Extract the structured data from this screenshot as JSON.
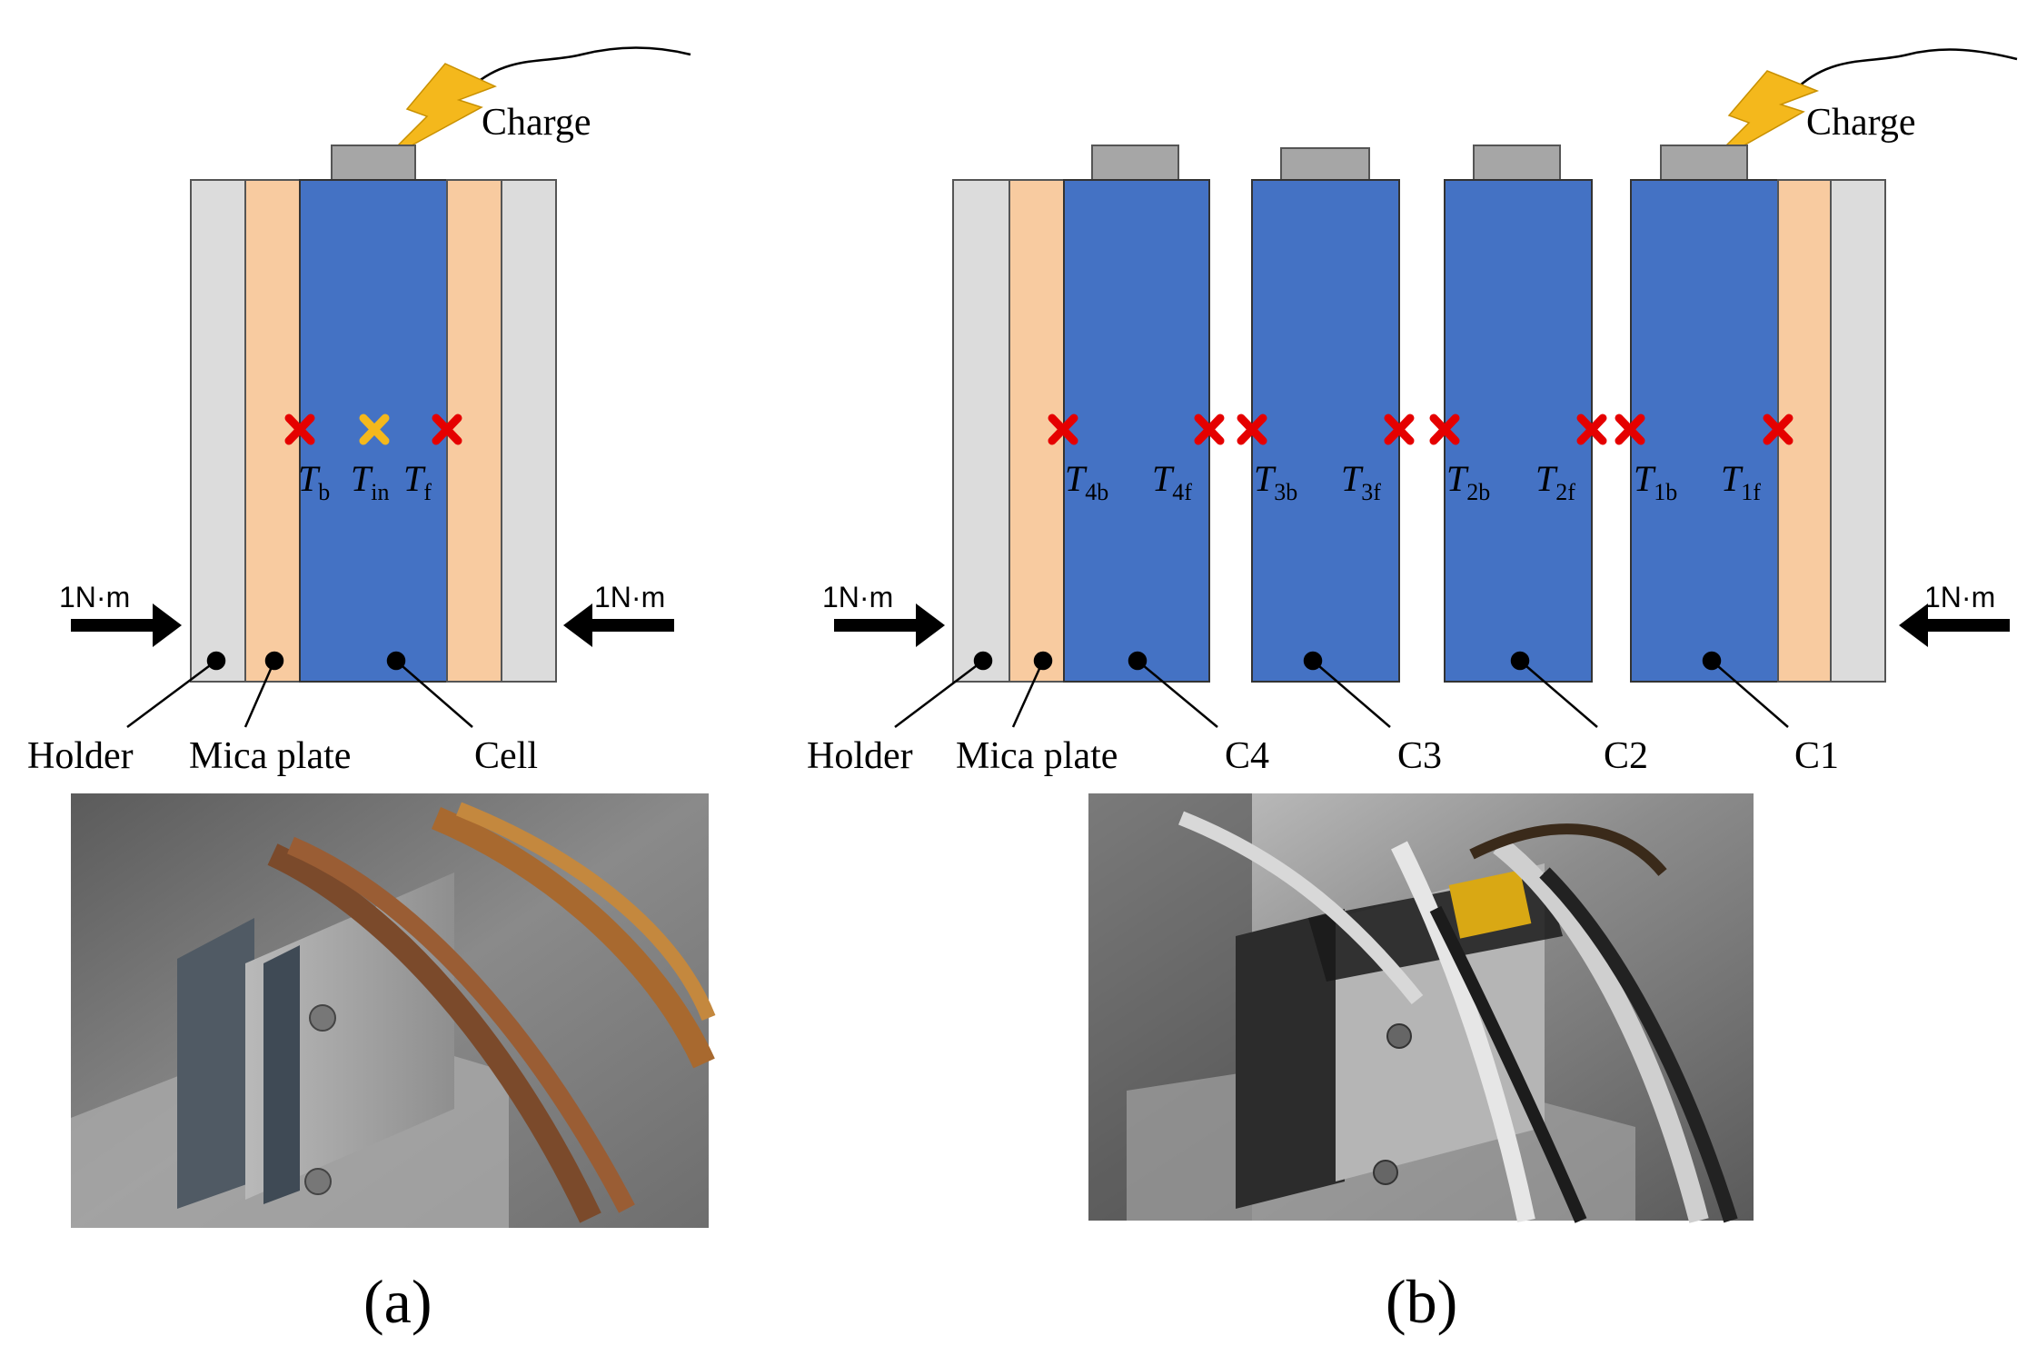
{
  "panels": {
    "a": {
      "caption": "(a)",
      "charge_label": "Charge",
      "torque_left": "1N·m",
      "torque_right": "1N·m",
      "labels": {
        "holder": "Holder",
        "mica": "Mica plate",
        "cell": "Cell"
      },
      "sensors": [
        {
          "base": "T",
          "sub": "b",
          "color": "red"
        },
        {
          "base": "T",
          "sub": "in",
          "color": "yellow"
        },
        {
          "base": "T",
          "sub": "f",
          "color": "red"
        }
      ],
      "photo": "single cell in holder photo"
    },
    "b": {
      "caption": "(b)",
      "charge_label": "Charge",
      "torque_left": "1N·m",
      "torque_right": "1N·m",
      "labels": {
        "holder": "Holder",
        "mica": "Mica plate",
        "c4": "C4",
        "c3": "C3",
        "c2": "C2",
        "c1": "C1"
      },
      "sensors": [
        {
          "base": "T",
          "sub": "4b"
        },
        {
          "base": "T",
          "sub": "4f"
        },
        {
          "base": "T",
          "sub": "3b"
        },
        {
          "base": "T",
          "sub": "3f"
        },
        {
          "base": "T",
          "sub": "2b"
        },
        {
          "base": "T",
          "sub": "2f"
        },
        {
          "base": "T",
          "sub": "1b"
        },
        {
          "base": "T",
          "sub": "1f"
        }
      ],
      "photo": "four cell module after test photo"
    }
  },
  "colors": {
    "cell": "#4472C4",
    "mica": "#F8CBA0",
    "holder": "#DCDCDC",
    "terminal": "#A6A6A6",
    "bolt": "#F4B81C",
    "sensor_red": "#E50000",
    "sensor_yellow": "#F4B81C"
  }
}
